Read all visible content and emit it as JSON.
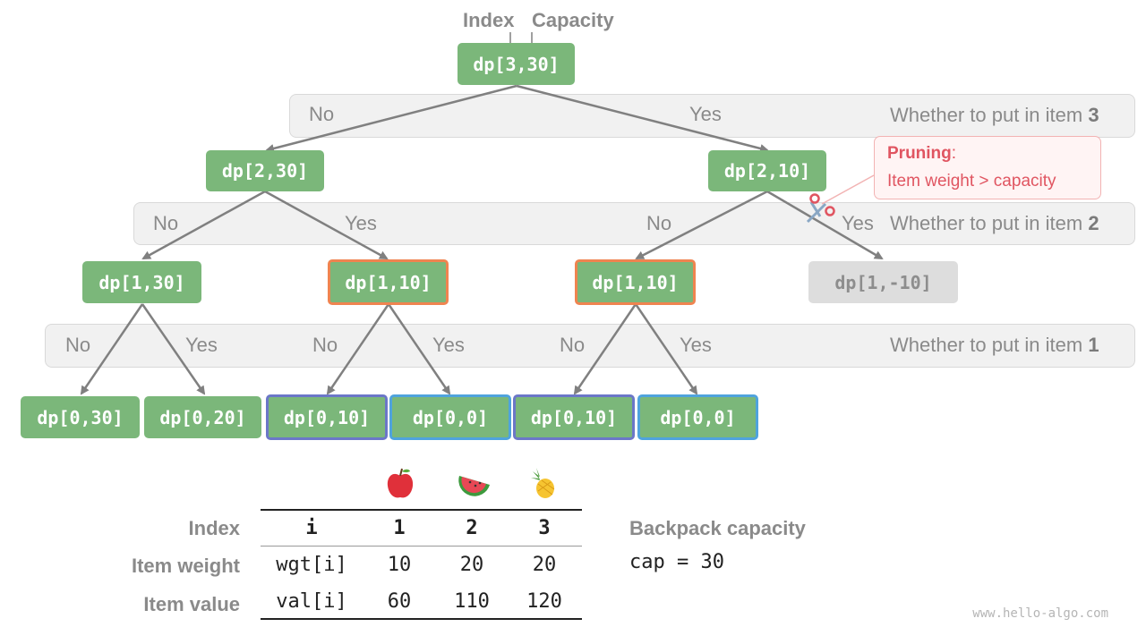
{
  "header": {
    "index_label": "Index",
    "capacity_label": "Capacity"
  },
  "bands": {
    "no": "No",
    "yes": "Yes",
    "row1_desc_prefix": "Whether to put in item ",
    "row1_item": "3",
    "row2_item": "2",
    "row3_item": "1"
  },
  "nodes": {
    "root": "dp[3,30]",
    "l2_left": "dp[2,30]",
    "l2_right": "dp[2,10]",
    "l3_a": "dp[1,30]",
    "l3_b": "dp[1,10]",
    "l3_c": "dp[1,10]",
    "l3_d": "dp[1,-10]",
    "l4_a": "dp[0,30]",
    "l4_b": "dp[0,20]",
    "l4_c": "dp[0,10]",
    "l4_d": "dp[0,0]",
    "l4_e": "dp[0,10]",
    "l4_f": "dp[0,0]"
  },
  "pruning": {
    "title": "Pruning",
    "colon": ":",
    "text": "Item weight > capacity"
  },
  "table": {
    "row_labels": [
      "Index",
      "Item weight",
      "Item value"
    ],
    "header": [
      "i",
      "1",
      "2",
      "3"
    ],
    "weights": [
      "wgt[i]",
      "10",
      "20",
      "20"
    ],
    "values": [
      "val[i]",
      "60",
      "110",
      "120"
    ],
    "fruit_icons": [
      "apple-icon",
      "watermelon-icon",
      "pineapple-icon"
    ]
  },
  "capacity": {
    "label": "Backpack capacity",
    "value": "cap = 30"
  },
  "watermark": "www.hello-algo.com",
  "colors": {
    "node": "#7bb77a",
    "orange": "#ef8450",
    "purple": "#6b77c8",
    "blue": "#4fa3dd",
    "pruning": "#e05561"
  }
}
